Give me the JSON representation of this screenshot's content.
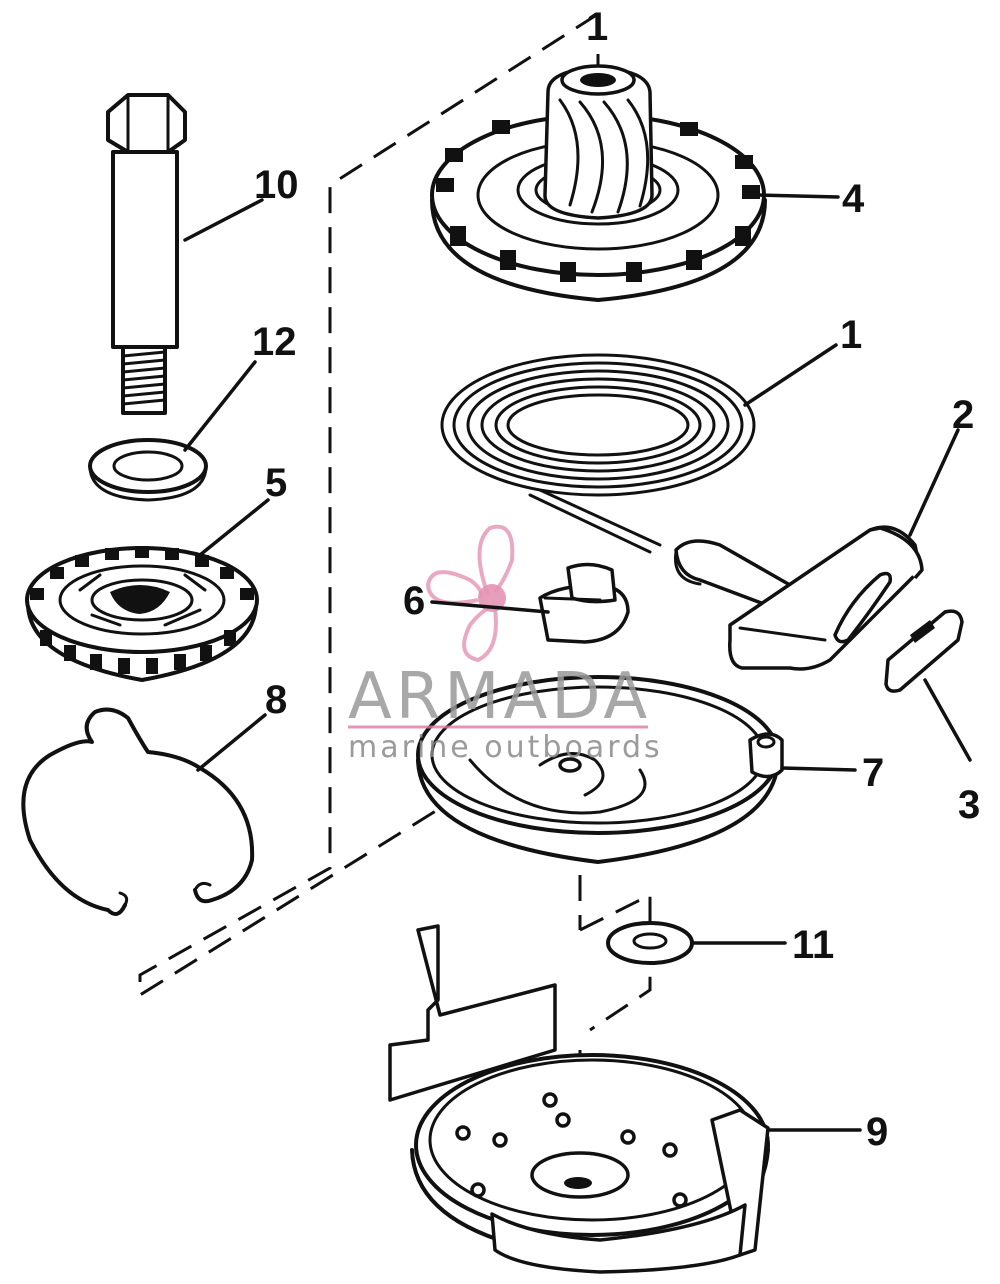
{
  "callouts": {
    "c1_top": "1",
    "c1": "1",
    "c2": "2",
    "c3": "3",
    "c4": "4",
    "c5": "5",
    "c6": "6",
    "c7": "7",
    "c8": "8",
    "c9": "9",
    "c10": "10",
    "c11": "11",
    "c12": "12"
  },
  "watermark": {
    "brand": "ARMADA",
    "tagline": "marine outboards",
    "colors": {
      "accent": "#e493b4",
      "text": "#9a9a9a"
    }
  },
  "colors": {
    "line": "#111111",
    "background": "#ffffff"
  }
}
